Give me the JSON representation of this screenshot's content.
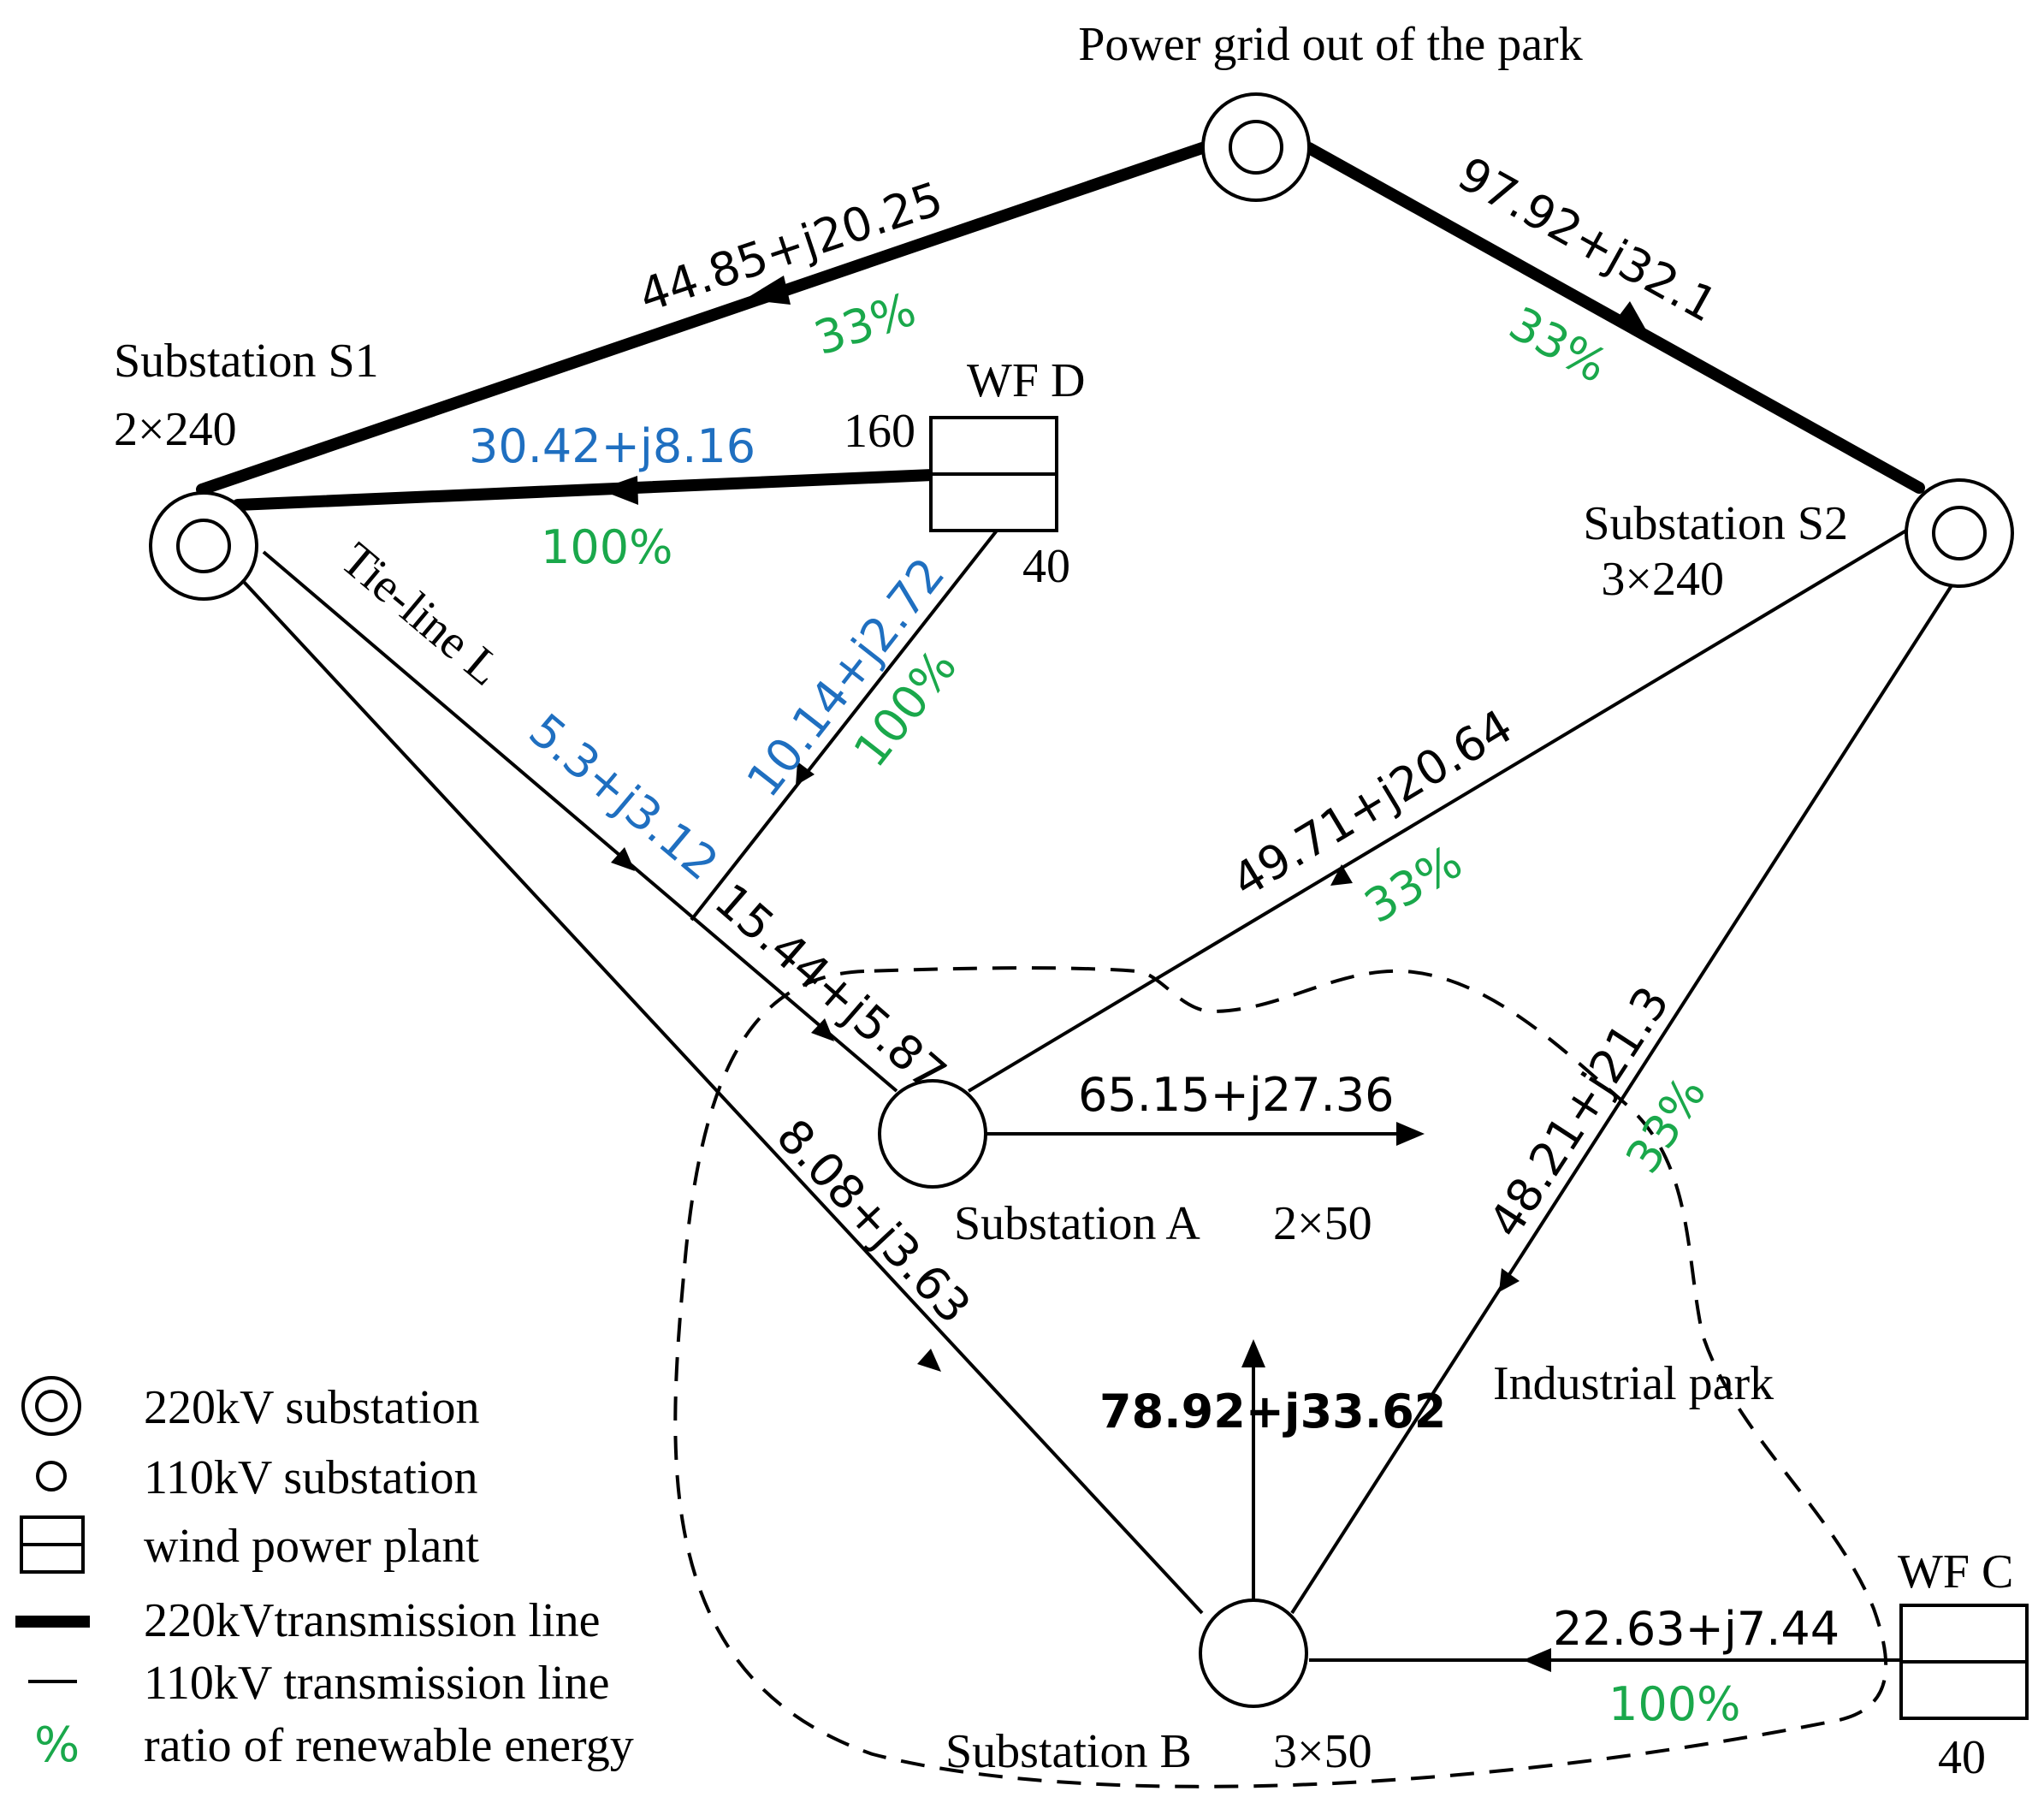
{
  "title": "Power grid out of the park",
  "colors": {
    "black": "#000000",
    "blue": "#1f6fc0",
    "green": "#1aa84b"
  },
  "nodes": {
    "substation_s1": {
      "name": "Substation S1",
      "capacity": "2×240"
    },
    "substation_s2": {
      "name": "Substation S2",
      "capacity": "3×240"
    },
    "substation_a": {
      "name": "Substation A",
      "capacity": "2×50"
    },
    "substation_b": {
      "name": "Substation B",
      "capacity": "3×50"
    },
    "wf_d": {
      "name": "WF D",
      "value_top": "160",
      "value_bottom": "40"
    },
    "wf_c": {
      "name": "WF C",
      "value_bottom": "40"
    },
    "industrial_park": {
      "name": "Industrial park"
    }
  },
  "lines": {
    "grid_to_s1": {
      "flow": "44.85+j20.25",
      "ratio": "33%"
    },
    "grid_to_s2": {
      "flow": "97.92+j32.1",
      "ratio": "33%"
    },
    "wfd_to_s1": {
      "flow": "30.42+j8.16",
      "ratio": "100%"
    },
    "wfd_to_junction": {
      "flow": "10.14+j2.72",
      "ratio": "100%"
    },
    "tie_line_l": {
      "name": "Tie-line L",
      "flow": "5.3+j3.12"
    },
    "junction_to_a": {
      "flow": "15.44+j5.87"
    },
    "s2_to_a": {
      "flow": "49.71+j20.64",
      "ratio": "33%"
    },
    "a_load": {
      "flow": "65.15+j27.36"
    },
    "s1_to_b": {
      "flow": "8.08+j3.63"
    },
    "s2_to_b": {
      "flow": "48.21+j21.3",
      "ratio": "33%"
    },
    "b_load": {
      "flow": "78.92+j33.62"
    },
    "wfc_to_b": {
      "flow": "22.63+j7.44",
      "ratio": "100%"
    }
  },
  "legend": {
    "items": [
      {
        "symbol": "double-circle-icon",
        "label": "220kV substation"
      },
      {
        "symbol": "small-circle-icon",
        "label": "110kV substation"
      },
      {
        "symbol": "wind-plant-icon",
        "label": "wind power plant"
      },
      {
        "symbol": "thick-line-icon",
        "label": "220kVtransmission line"
      },
      {
        "symbol": "thin-line-icon",
        "label": "110kV transmission line"
      },
      {
        "symbol": "%",
        "label": "ratio of renewable energy"
      }
    ]
  }
}
